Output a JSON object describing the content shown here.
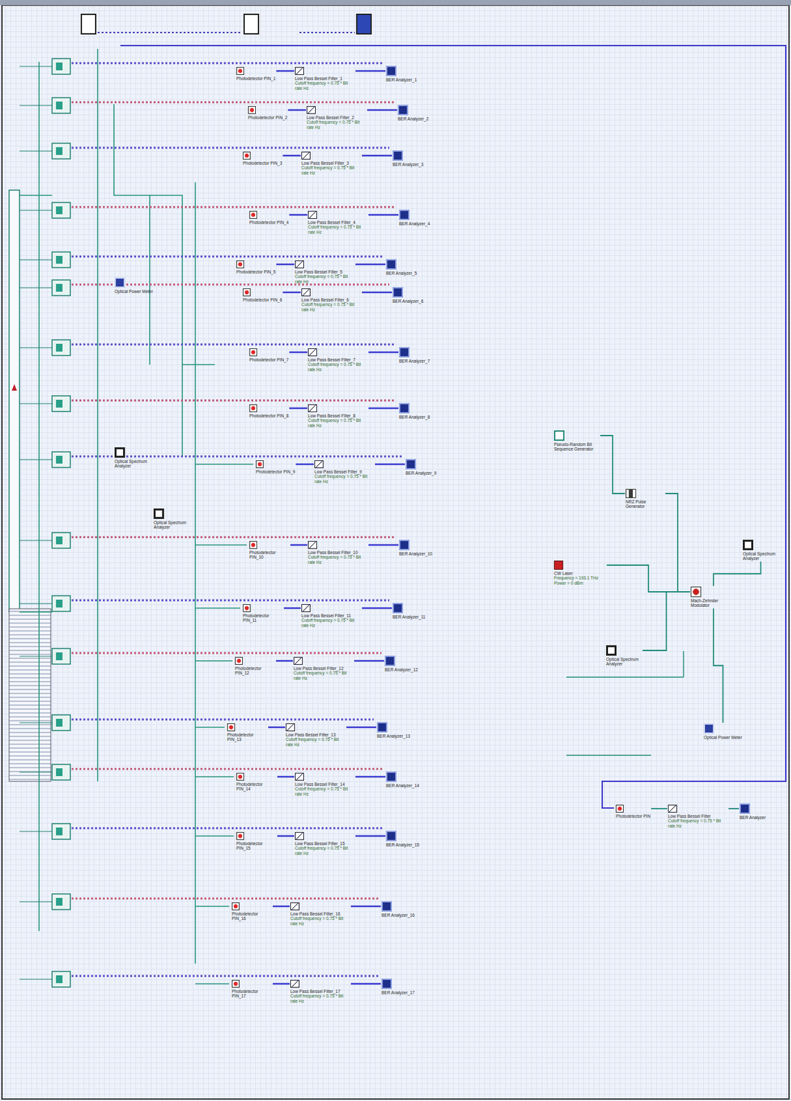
{
  "diagram": {
    "nodes": [
      {
        "text": [
          "Photodetector PIN_1"
        ]
      },
      {
        "text": [
          "Low Pass Bessel Filter_1",
          "Cutoff frequency = 0.75 * Bit rate Hz"
        ]
      },
      {
        "text": [
          "BER Analyzer_1"
        ]
      },
      {
        "text": [
          "Photodetector PIN_2"
        ]
      },
      {
        "text": [
          "Low Pass Bessel Filter_2",
          "Cutoff frequency = 0.75 * Bit rate Hz"
        ]
      },
      {
        "text": [
          "BER Analyzer_2"
        ]
      },
      {
        "text": [
          "Photodetector PIN_3"
        ]
      },
      {
        "text": [
          "Low Pass Bessel Filter_3",
          "Cutoff frequency = 0.75 * Bit rate Hz"
        ]
      },
      {
        "text": [
          "BER Analyzer_3"
        ]
      },
      {
        "text": [
          "Photodetector PIN_4"
        ]
      },
      {
        "text": [
          "Low Pass Bessel Filter_4",
          "Cutoff frequency = 0.75 * Bit rate Hz"
        ]
      },
      {
        "text": [
          "BER Analyzer_4"
        ]
      },
      {
        "text": [
          "Photodetector PIN_5"
        ]
      },
      {
        "text": [
          "Low Pass Bessel Filter_5",
          "Cutoff frequency = 0.75 * Bit rate Hz"
        ]
      },
      {
        "text": [
          "BER Analyzer_5"
        ]
      },
      {
        "text": [
          "Photodetector PIN_6"
        ]
      },
      {
        "text": [
          "Low Pass Bessel Filter_6",
          "Cutoff frequency = 0.75 * Bit rate Hz"
        ]
      },
      {
        "text": [
          "BER Analyzer_6"
        ]
      },
      {
        "text": [
          "Photodetector PIN_7"
        ]
      },
      {
        "text": [
          "Low Pass Bessel Filter_7",
          "Cutoff frequency = 0.75 * Bit rate Hz"
        ]
      },
      {
        "text": [
          "BER Analyzer_7"
        ]
      },
      {
        "text": [
          "Photodetector PIN_8"
        ]
      },
      {
        "text": [
          "Low Pass Bessel Filter_8",
          "Cutoff frequency = 0.75 * Bit rate Hz"
        ]
      },
      {
        "text": [
          "BER Analyzer_8"
        ]
      },
      {
        "text": [
          "Photodetector PIN_9"
        ]
      },
      {
        "text": [
          "Low Pass Bessel Filter_9",
          "Cutoff frequency = 0.75 * Bit rate Hz"
        ]
      },
      {
        "text": [
          "BER Analyzer_9"
        ]
      },
      {
        "text": [
          "Photodetector PIN_10"
        ]
      },
      {
        "text": [
          "Low Pass Bessel Filter_10",
          "Cutoff frequency = 0.75 * Bit rate Hz"
        ]
      },
      {
        "text": [
          "BER Analyzer_10"
        ]
      },
      {
        "text": [
          "Photodetector PIN_11"
        ]
      },
      {
        "text": [
          "Low Pass Bessel Filter_11",
          "Cutoff frequency = 0.75 * Bit rate Hz"
        ]
      },
      {
        "text": [
          "BER Analyzer_11"
        ]
      },
      {
        "text": [
          "Photodetector PIN_12"
        ]
      },
      {
        "text": [
          "Low Pass Bessel Filter_12",
          "Cutoff frequency = 0.75 * Bit rate Hz"
        ]
      },
      {
        "text": [
          "BER Analyzer_12"
        ]
      },
      {
        "text": [
          "Photodetector PIN_13"
        ]
      },
      {
        "text": [
          "Low Pass Bessel Filter_13",
          "Cutoff frequency = 0.75 * Bit rate Hz"
        ]
      },
      {
        "text": [
          "BER Analyzer_13"
        ]
      },
      {
        "text": [
          "Photodetector PIN_14"
        ]
      },
      {
        "text": [
          "Low Pass Bessel Filter_14",
          "Cutoff frequency = 0.75 * Bit rate Hz"
        ]
      },
      {
        "text": [
          "BER Analyzer_14"
        ]
      },
      {
        "text": [
          "Photodetector PIN_15"
        ]
      },
      {
        "text": [
          "Low Pass Bessel Filter_15",
          "Cutoff frequency = 0.75 * Bit rate Hz"
        ]
      },
      {
        "text": [
          "BER Analyzer_15"
        ]
      },
      {
        "text": [
          "Photodetector PIN_16"
        ]
      },
      {
        "text": [
          "Low Pass Bessel Filter_16",
          "Cutoff frequency = 0.75 * Bit rate Hz"
        ]
      },
      {
        "text": [
          "BER Analyzer_16"
        ]
      },
      {
        "text": [
          "Photodetector PIN_17"
        ]
      },
      {
        "text": [
          "Low Pass Bessel Filter_17",
          "Cutoff frequency = 0.75 * Bit rate Hz"
        ]
      },
      {
        "text": [
          "BER Analyzer_17"
        ]
      },
      {
        "text": [
          "Optical Power Meter"
        ]
      },
      {
        "text": [
          "Optical Spectrum Analyzer"
        ]
      },
      {
        "text": [
          "Optical Spectrum Analyzer"
        ]
      },
      {
        "text": [
          "Pseudo-Random Bit Sequence Generator"
        ]
      },
      {
        "text": [
          "NRZ Pulse Generator"
        ]
      },
      {
        "text": [
          "CW Laser",
          "Frequency = 193.1 THz Power = 0 dBm"
        ]
      },
      {
        "text": [
          "Mach-Zehnder Modulator"
        ]
      },
      {
        "text": [
          "Optical Spectrum Analyzer"
        ]
      },
      {
        "text": [
          "Optical Spectrum Analyzer"
        ]
      },
      {
        "text": [
          "Optical Power Meter"
        ]
      },
      {
        "text": [
          "Photodetector PIN"
        ]
      },
      {
        "text": [
          "Low Pass Bessel Filter",
          "Cutoff frequency = 0.75 * Bit rate Hz"
        ]
      },
      {
        "text": [
          "BER Analyzer"
        ]
      }
    ],
    "edges": [
      {
        "from": 0,
        "to": 1,
        "arrow": "none"
      },
      {
        "from": 1,
        "to": 2,
        "arrow": "none"
      },
      {
        "from": 3,
        "to": 4,
        "arrow": "none"
      },
      {
        "from": 4,
        "to": 5,
        "arrow": "none"
      },
      {
        "from": 6,
        "to": 7,
        "arrow": "none"
      },
      {
        "from": 7,
        "to": 8,
        "arrow": "none"
      },
      {
        "from": 9,
        "to": 10,
        "arrow": "none"
      },
      {
        "from": 10,
        "to": 11,
        "arrow": "none"
      },
      {
        "from": 12,
        "to": 13,
        "arrow": "none"
      },
      {
        "from": 13,
        "to": 14,
        "arrow": "none"
      },
      {
        "from": 15,
        "to": 16,
        "arrow": "none"
      },
      {
        "from": 16,
        "to": 17,
        "arrow": "none"
      },
      {
        "from": 18,
        "to": 19,
        "arrow": "none"
      },
      {
        "from": 19,
        "to": 20,
        "arrow": "none"
      },
      {
        "from": 21,
        "to": 22,
        "arrow": "none"
      },
      {
        "from": 22,
        "to": 23,
        "arrow": "none"
      },
      {
        "from": 24,
        "to": 25,
        "arrow": "none"
      },
      {
        "from": 25,
        "to": 26,
        "arrow": "none"
      },
      {
        "from": 27,
        "to": 28,
        "arrow": "none"
      },
      {
        "from": 28,
        "to": 29,
        "arrow": "none"
      },
      {
        "from": 30,
        "to": 31,
        "arrow": "none"
      },
      {
        "from": 31,
        "to": 32,
        "arrow": "none"
      },
      {
        "from": 33,
        "to": 34,
        "arrow": "none"
      },
      {
        "from": 34,
        "to": 35,
        "arrow": "none"
      },
      {
        "from": 36,
        "to": 37,
        "arrow": "none"
      },
      {
        "from": 37,
        "to": 38,
        "arrow": "none"
      },
      {
        "from": 39,
        "to": 40,
        "arrow": "none"
      },
      {
        "from": 40,
        "to": 41,
        "arrow": "none"
      },
      {
        "from": 42,
        "to": 43,
        "arrow": "none"
      },
      {
        "from": 43,
        "to": 44,
        "arrow": "none"
      },
      {
        "from": 45,
        "to": 46,
        "arrow": "none"
      },
      {
        "from": 46,
        "to": 47,
        "arrow": "none"
      },
      {
        "from": 48,
        "to": 49,
        "arrow": "none"
      },
      {
        "from": 49,
        "to": 50,
        "arrow": "none"
      },
      {
        "from": 54,
        "to": 55,
        "arrow": "none"
      },
      {
        "from": 55,
        "to": 57,
        "arrow": "none"
      },
      {
        "from": 56,
        "to": 57,
        "arrow": "none"
      },
      {
        "from": 57,
        "to": 58,
        "arrow": "none"
      },
      {
        "from": 57,
        "to": 59,
        "arrow": "none"
      },
      {
        "from": 57,
        "to": 60,
        "arrow": "none"
      },
      {
        "from": 61,
        "to": 62,
        "arrow": "none"
      },
      {
        "from": 62,
        "to": 63,
        "arrow": "none"
      }
    ]
  }
}
